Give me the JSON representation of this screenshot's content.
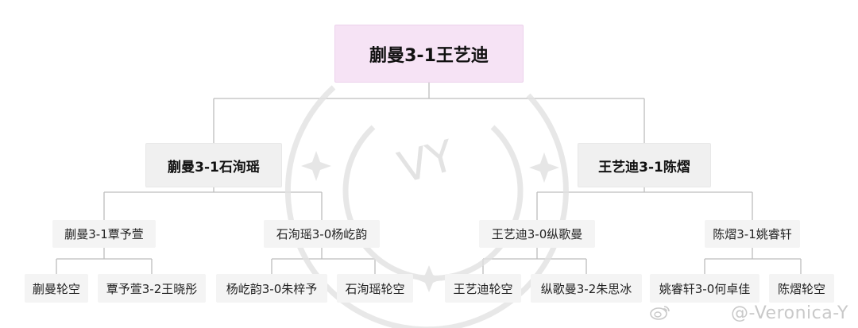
{
  "bracket": {
    "final": "蒯曼3-1王艺迪",
    "semifinals": [
      {
        "result": "蒯曼3-1石洵瑶",
        "quarterfinals": [
          {
            "result": "蒯曼3-1覃予萱",
            "round16": [
              "蒯曼轮空",
              "覃予萱3-2王晓彤"
            ]
          },
          {
            "result": "石洵瑶3-0杨屹韵",
            "round16": [
              "杨屹韵3-0朱梓予",
              "石洵瑶轮空"
            ]
          }
        ]
      },
      {
        "result": "王艺迪3-1陈熠",
        "quarterfinals": [
          {
            "result": "王艺迪3-0纵歌曼",
            "round16": [
              "王艺迪轮空",
              "纵歌曼3-2朱思冰"
            ]
          },
          {
            "result": "陈熠3-1姚睿轩",
            "round16": [
              "姚睿轩3-0何卓佳",
              "陈熠轮空"
            ]
          }
        ]
      }
    ]
  },
  "watermark": {
    "credit": "@-Veronica-Y",
    "emblem_letters": "VY",
    "icon": "weibo-icon"
  },
  "colors": {
    "root_fill": "#f6e3f5",
    "node_fill": "#f0f0f0",
    "connector": "#bdbdbd"
  }
}
